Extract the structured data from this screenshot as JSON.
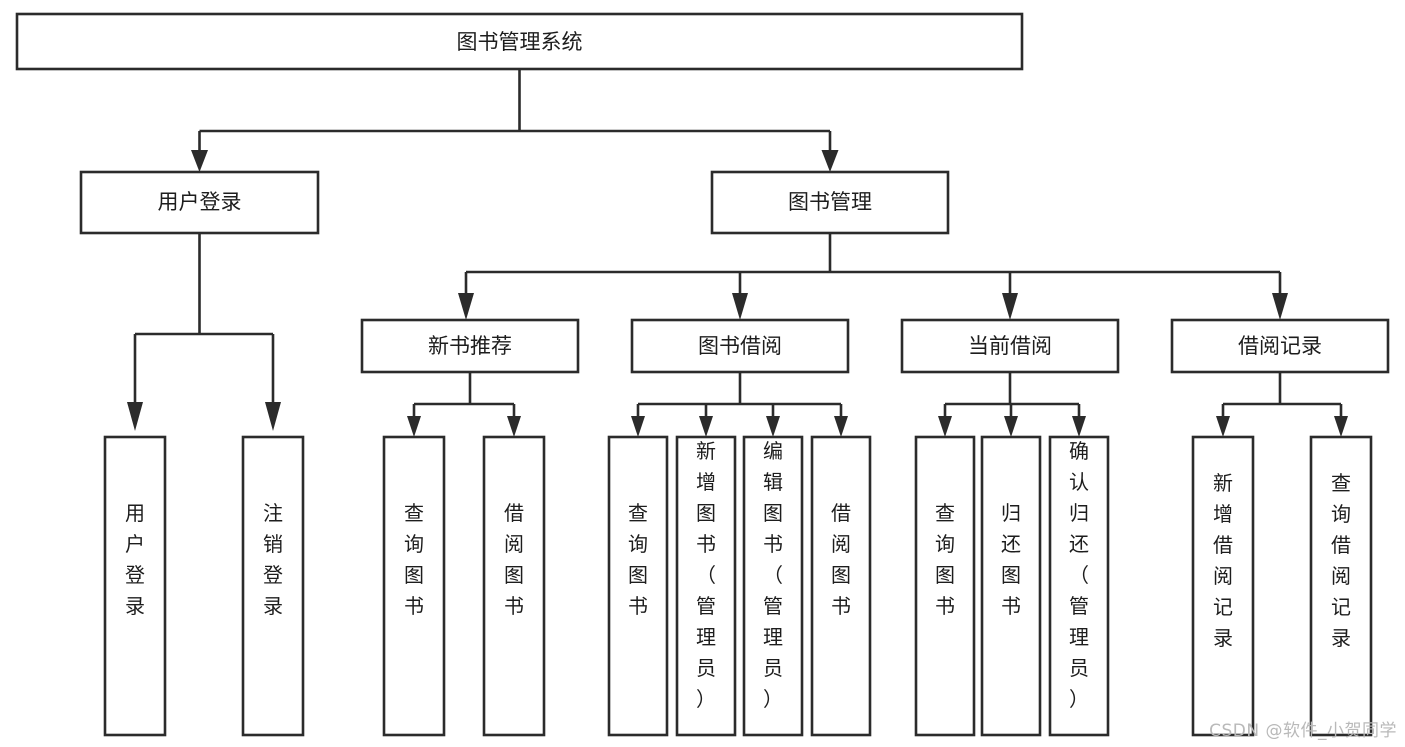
{
  "diagram": {
    "type": "tree",
    "title": "图书管理系统",
    "orientation": "top-down",
    "colors": {
      "box_fill": "#ffffff",
      "box_stroke": "#2b2b2b",
      "text": "#1d1d1d",
      "background": "#ffffff",
      "watermark": "#b9b9b9"
    },
    "root": {
      "label": "图书管理系统"
    },
    "level2": [
      {
        "label": "用户登录"
      },
      {
        "label": "图书管理"
      }
    ],
    "level3": [
      {
        "label": "新书推荐"
      },
      {
        "label": "图书借阅"
      },
      {
        "label": "当前借阅"
      },
      {
        "label": "借阅记录"
      }
    ],
    "leaves": {
      "user_login": [
        {
          "label": "用户登录"
        },
        {
          "label": "注销登录"
        }
      ],
      "new_book_recommend": [
        {
          "label": "查询图书"
        },
        {
          "label": "借阅图书"
        }
      ],
      "book_borrow": [
        {
          "label": "查询图书"
        },
        {
          "label": "新增图书（管理员）"
        },
        {
          "label": "编辑图书（管理员）"
        },
        {
          "label": "借阅图书"
        }
      ],
      "current_borrow": [
        {
          "label": "查询图书"
        },
        {
          "label": "归还图书"
        },
        {
          "label": "确认归还（管理员）"
        }
      ],
      "borrow_record": [
        {
          "label": "新增借阅记录"
        },
        {
          "label": "查询借阅记录"
        }
      ]
    }
  },
  "watermark": {
    "text": "CSDN @软件_小贺同学"
  }
}
